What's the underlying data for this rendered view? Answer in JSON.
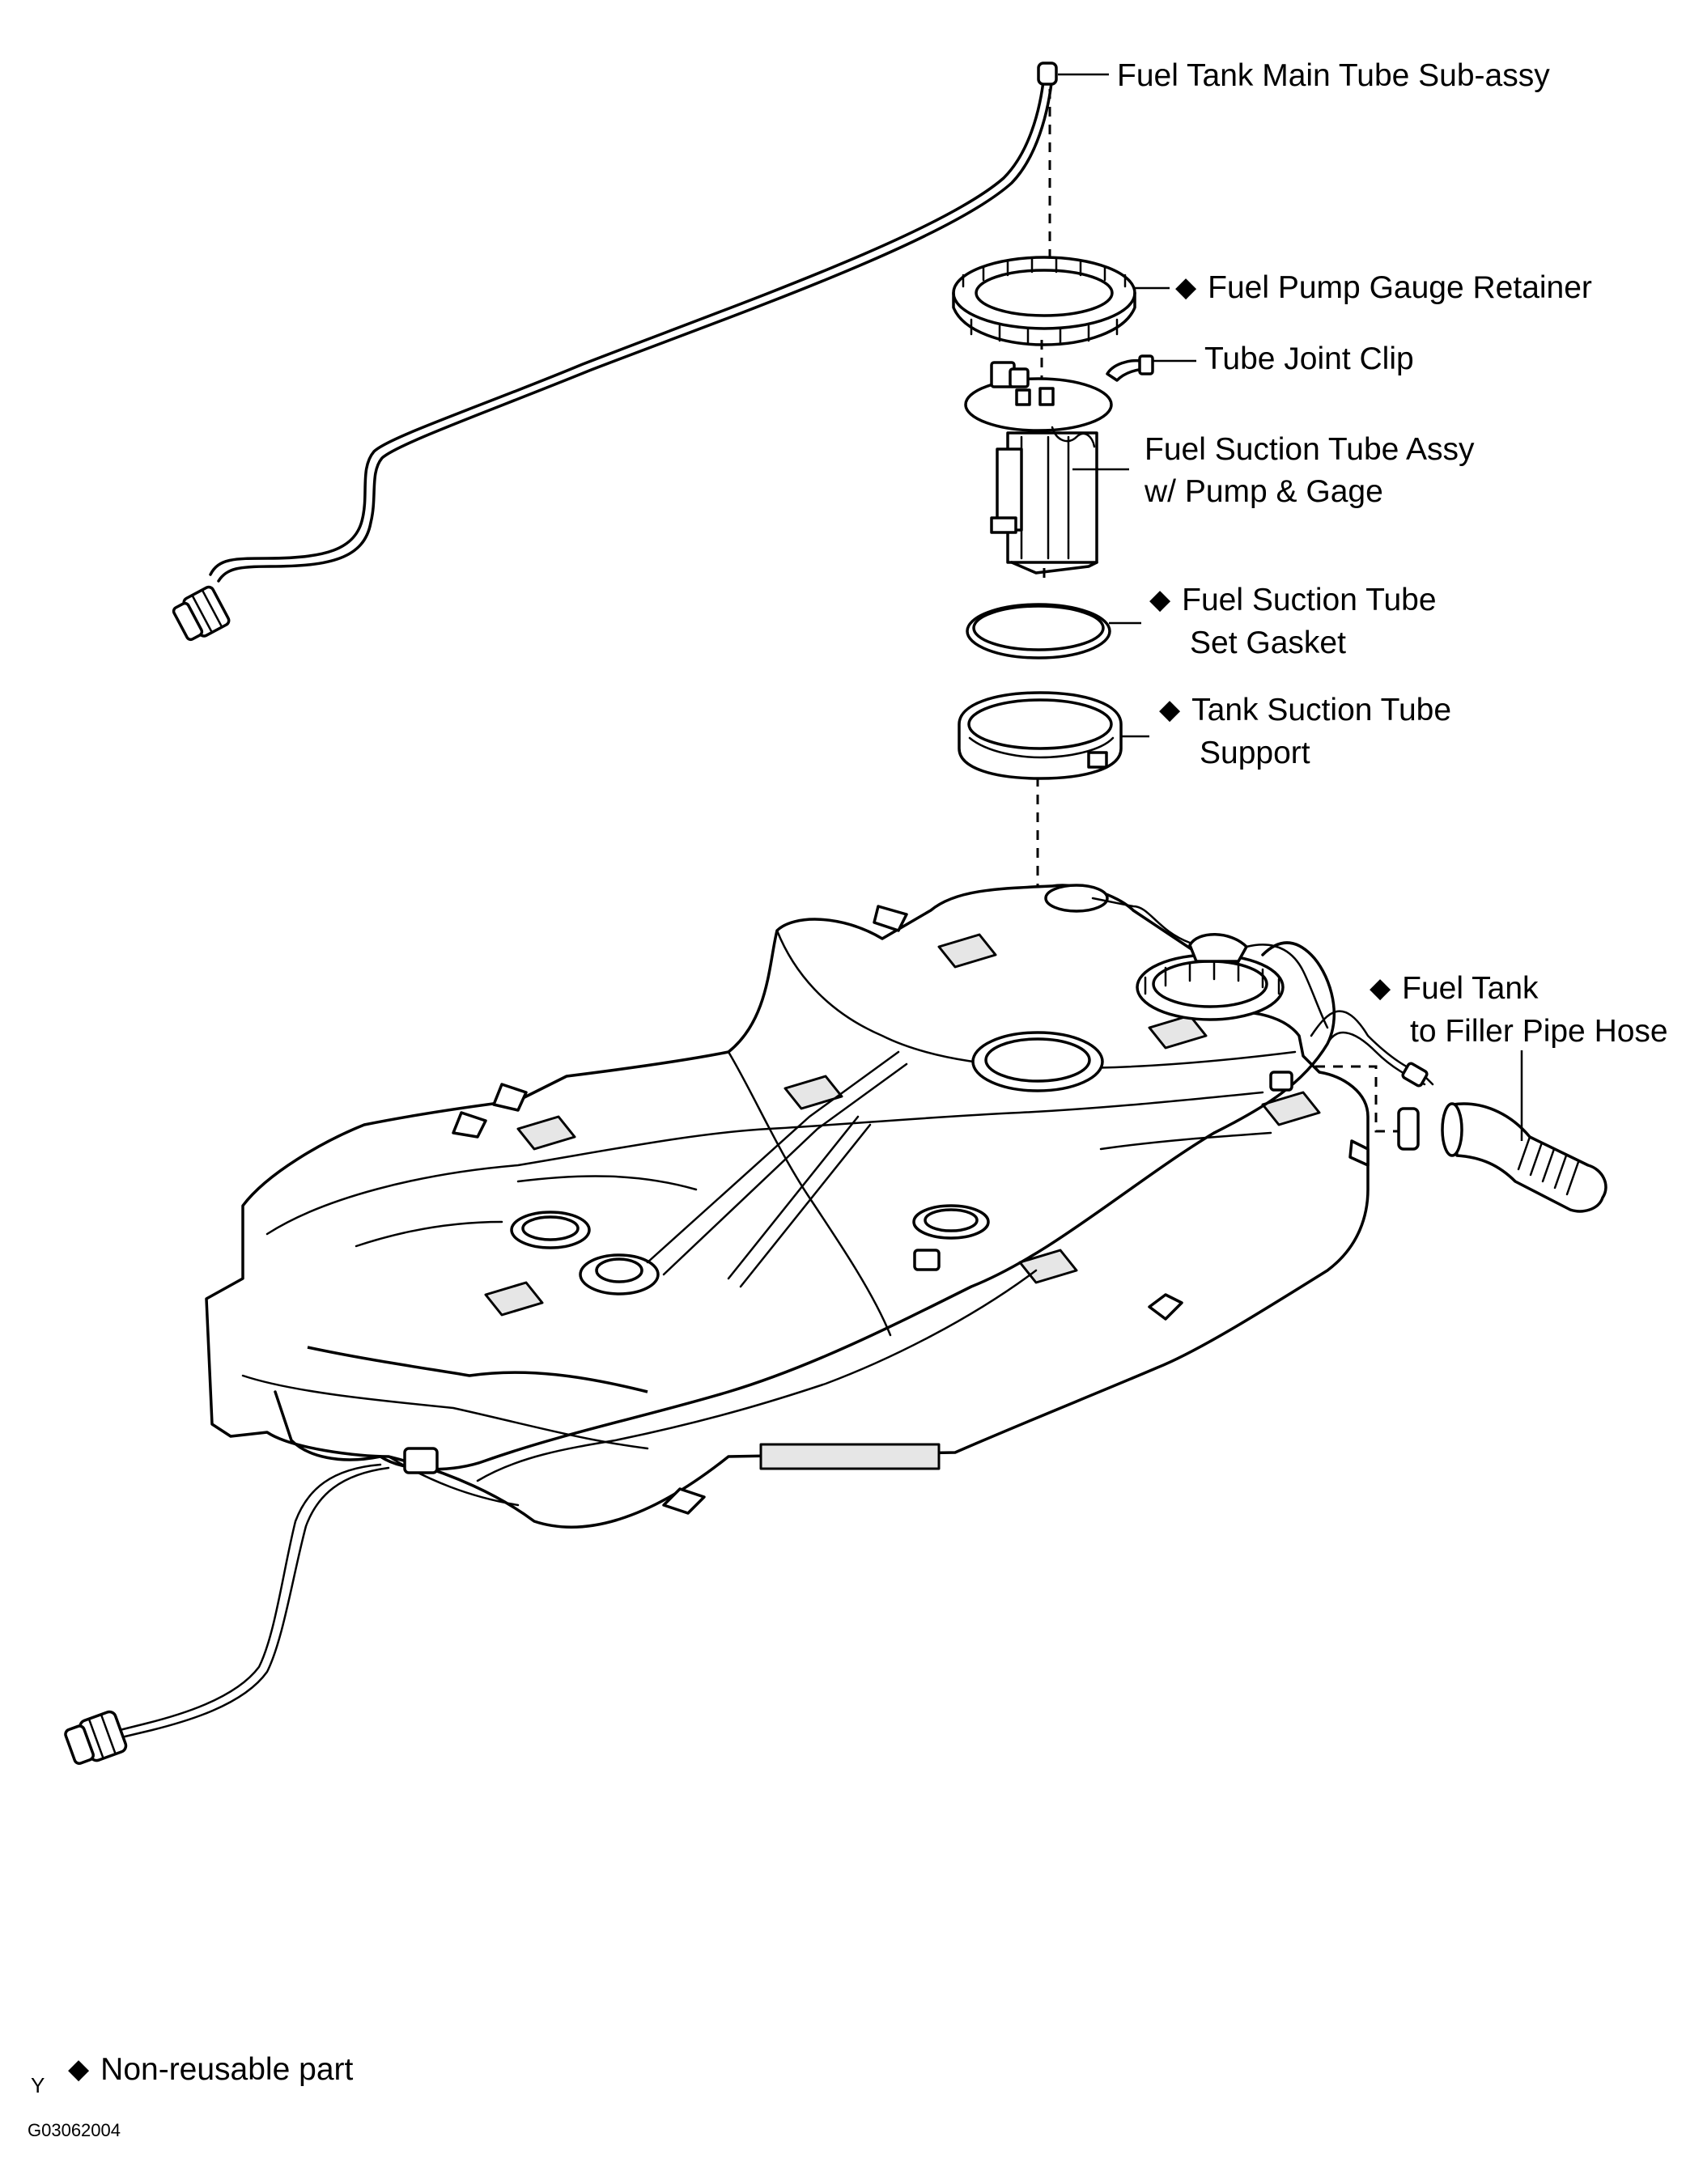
{
  "labels": {
    "main_tube": "Fuel Tank Main Tube  Sub-assy",
    "retainer": "Fuel Pump Gauge Retainer",
    "clip": "Tube Joint Clip",
    "pump_line1": "Fuel Suction Tube Assy",
    "pump_line2": "w/ Pump & Gage",
    "gasket_line1": "Fuel Suction Tube",
    "gasket_line2": "Set Gasket",
    "support_line1": "Tank Suction Tube",
    "support_line2": "Support",
    "hose_line1": "Fuel Tank",
    "hose_line2": "to Filler Pipe Hose"
  },
  "legend": {
    "marker_letter": "Y",
    "text": "Non-reusable part"
  },
  "figure_code": "G03062004",
  "symbols": {
    "non_reusable": "◆"
  }
}
